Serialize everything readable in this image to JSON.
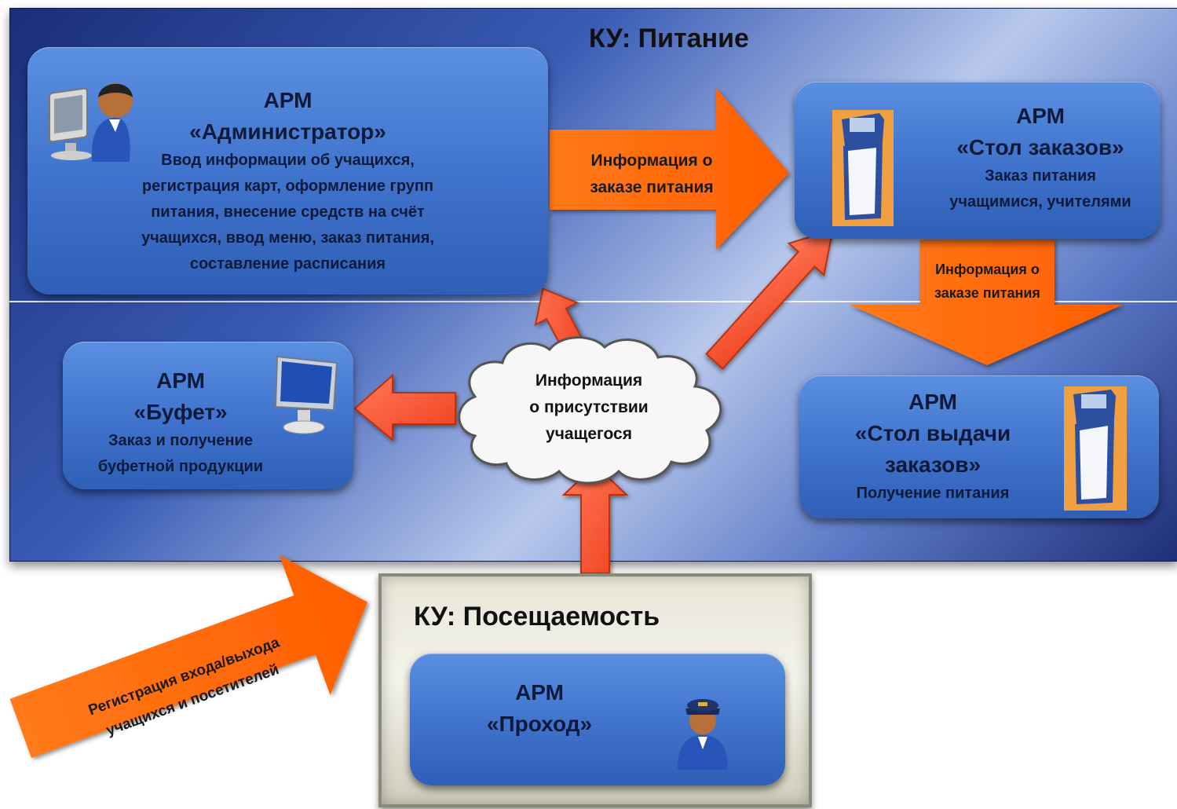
{
  "colors": {
    "panel_dark": "#1a2e7a",
    "box_blue": "#3f72cc",
    "arrow_orange": "#ff6a00",
    "arrow_salmon": "#ff5a3c",
    "attendance_bg": "#f0efe4"
  },
  "nutrition": {
    "title": "КУ: Питание"
  },
  "attendance": {
    "title": "КУ: Посещаемость"
  },
  "admin": {
    "title": "АРМ",
    "name": "«Администратор»",
    "lines": [
      "Ввод информации об учащихся,",
      "регистрация карт, оформление групп",
      "питания, внесение средств на счёт",
      "учащихся, ввод меню, заказ питания,",
      "составление расписания"
    ],
    "icon": "admin-user-computer-icon"
  },
  "order_desk": {
    "title": "АРМ",
    "name": "«Стол заказов»",
    "lines": [
      "Заказ питания",
      "учащимися, учителями"
    ],
    "icon": "kiosk-terminal-icon"
  },
  "buffet": {
    "title": "АРМ",
    "name": "«Буфет»",
    "lines": [
      "Заказ и получение",
      "буфетной продукции"
    ],
    "icon": "monitor-icon"
  },
  "issue_desk": {
    "title": "АРМ",
    "name_lines": [
      "«Стол выдачи",
      "заказов»"
    ],
    "lines": [
      "Получение питания"
    ],
    "icon": "kiosk-terminal-icon"
  },
  "passage": {
    "title": "АРМ",
    "name": "«Проход»",
    "icon": "security-guard-icon"
  },
  "arrows": {
    "admin_to_order": [
      "Информация о",
      "заказе питания"
    ],
    "order_to_issue": [
      "Информация о",
      "заказе питания"
    ],
    "registration": [
      "Регистрация входа/выхода",
      "учащихся и посетителей"
    ]
  },
  "cloud": {
    "lines": [
      "Информация",
      "о присутствии",
      "учащегося"
    ]
  }
}
